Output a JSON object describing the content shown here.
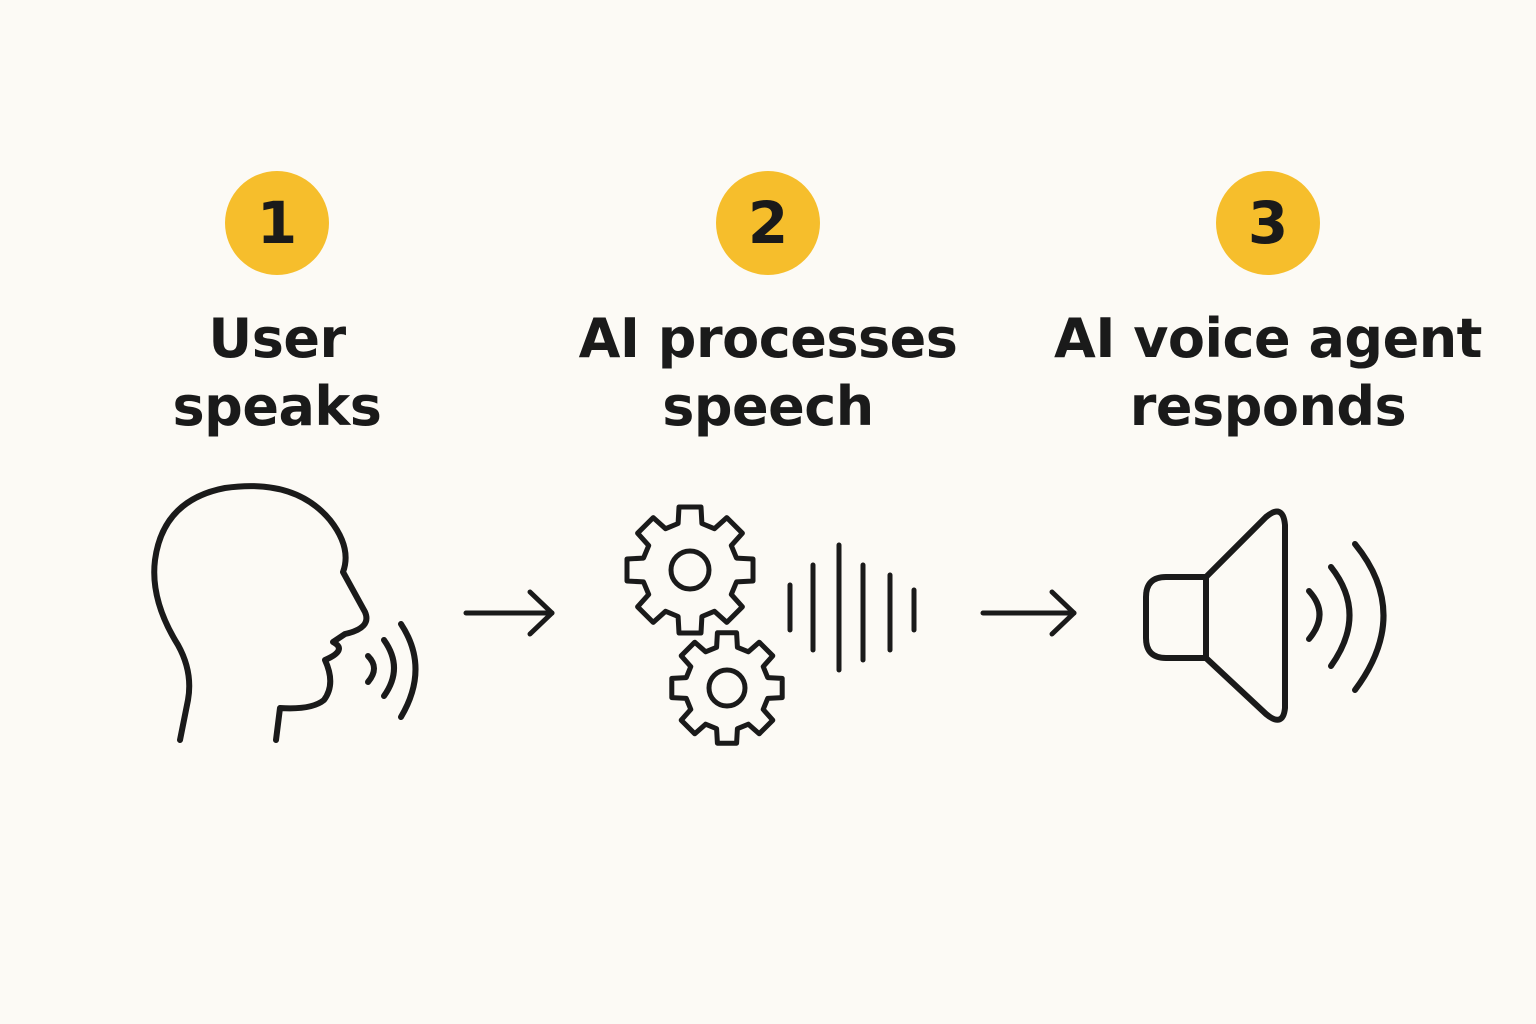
{
  "colors": {
    "background": "#FCFAF5",
    "badge": "#F6BE2C",
    "ink": "#1A1A1A"
  },
  "steps": [
    {
      "number": "1",
      "label_line1": "User",
      "label_line2": "speaks",
      "icon": "speaking-head-icon"
    },
    {
      "number": "2",
      "label_line1": "AI processes",
      "label_line2": "speech",
      "icon": "gears-soundwave-icon"
    },
    {
      "number": "3",
      "label_line1": "AI voice agent",
      "label_line2": "responds",
      "icon": "speaker-icon"
    }
  ],
  "connectors": [
    "arrow-right-icon",
    "arrow-right-icon"
  ]
}
